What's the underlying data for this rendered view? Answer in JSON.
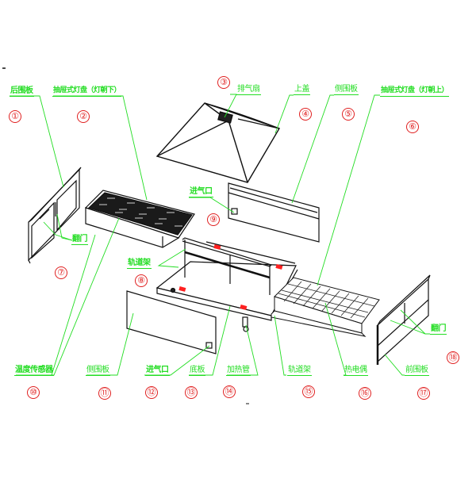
{
  "diagram": {
    "title": "",
    "colors": {
      "leader_line": "#22dd22",
      "label_text": "#22dd22",
      "callout_number": "#e02020",
      "outline": "#111111",
      "marker": "#ff2020"
    },
    "parts": [
      {
        "id": 1,
        "number": "①",
        "label": "后围板"
      },
      {
        "id": 2,
        "number": "②",
        "label": "抽屉式灯盘（灯朝下）"
      },
      {
        "id": 3,
        "number": "③",
        "label": "排气扇"
      },
      {
        "id": 4,
        "number": "④",
        "label": "上盖"
      },
      {
        "id": 5,
        "number": "⑤",
        "label": "侧围板"
      },
      {
        "id": 6,
        "number": "⑥",
        "label": "抽屉式灯盘（灯朝上）"
      },
      {
        "id": 7,
        "number": "⑦",
        "label": "翻门"
      },
      {
        "id": 8,
        "number": "⑧",
        "label": "轨道架"
      },
      {
        "id": 9,
        "number": "⑨",
        "label": "进气口"
      },
      {
        "id": 10,
        "number": "⑩",
        "label": "温度传感器"
      },
      {
        "id": 11,
        "number": "⑪",
        "label": "侧围板"
      },
      {
        "id": 12,
        "number": "⑫",
        "label": "进气口"
      },
      {
        "id": 13,
        "number": "⑬",
        "label": "底板"
      },
      {
        "id": 14,
        "number": "⑭",
        "label": "加热管"
      },
      {
        "id": 15,
        "number": "⑮",
        "label": "轨道架"
      },
      {
        "id": 16,
        "number": "⑯",
        "label": "热电偶"
      },
      {
        "id": 17,
        "number": "⑰",
        "label": "前围板"
      },
      {
        "id": 18,
        "number": "⑱",
        "label": "翻门"
      }
    ]
  }
}
